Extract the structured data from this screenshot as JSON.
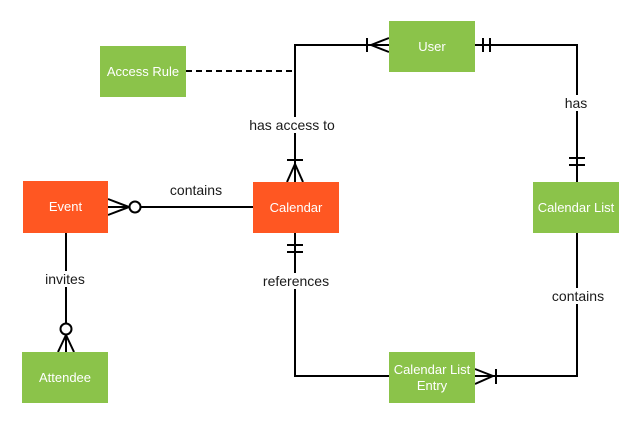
{
  "diagram": {
    "type": "entity-relationship-diagram",
    "notation": "crows-foot",
    "colors": {
      "entity_green": "#8bc34a",
      "entity_orange": "#ff5722",
      "entity_text": "#ffffff",
      "line": "#000000",
      "label_text": "#1a1a1a",
      "background": "#ffffff"
    },
    "entities": [
      {
        "id": "access-rule",
        "label": "Access Rule",
        "color": "green"
      },
      {
        "id": "user",
        "label": "User",
        "color": "green"
      },
      {
        "id": "event",
        "label": "Event",
        "color": "orange"
      },
      {
        "id": "calendar",
        "label": "Calendar",
        "color": "orange"
      },
      {
        "id": "calendar-list",
        "label": "Calendar List",
        "color": "green"
      },
      {
        "id": "attendee",
        "label": "Attendee",
        "color": "green"
      },
      {
        "id": "calendar-list-entry",
        "label": "Calendar List Entry",
        "color": "green"
      }
    ],
    "relationships": [
      {
        "label": "contains",
        "from": "Event",
        "to": "Calendar",
        "marker_at_event": "zero-or-many",
        "marker_at_calendar": "plain",
        "line": "solid"
      },
      {
        "label": "has access to",
        "from": "Calendar",
        "to": "User",
        "marker_at_calendar": "one-or-many",
        "marker_at_user": "one-or-many",
        "line": "solid"
      },
      {
        "label": "has",
        "from": "User",
        "to": "Calendar List",
        "marker_at_user": "exactly-one",
        "marker_at_calendar_list": "exactly-one",
        "line": "solid"
      },
      {
        "label": "contains",
        "from": "Calendar List",
        "to": "Calendar List Entry",
        "marker_at_calendar_list": "plain",
        "marker_at_entry": "one-or-many",
        "line": "solid"
      },
      {
        "label": "references",
        "from": "Calendar",
        "to": "Calendar List Entry",
        "marker_at_calendar": "exactly-one",
        "marker_at_entry": "plain",
        "line": "solid"
      },
      {
        "label": "invites",
        "from": "Event",
        "to": "Attendee",
        "marker_at_event": "plain",
        "marker_at_attendee": "zero-or-many",
        "line": "solid"
      },
      {
        "label": "",
        "from": "Access Rule",
        "to": "has-access-to connector",
        "line": "dashed"
      }
    ]
  }
}
